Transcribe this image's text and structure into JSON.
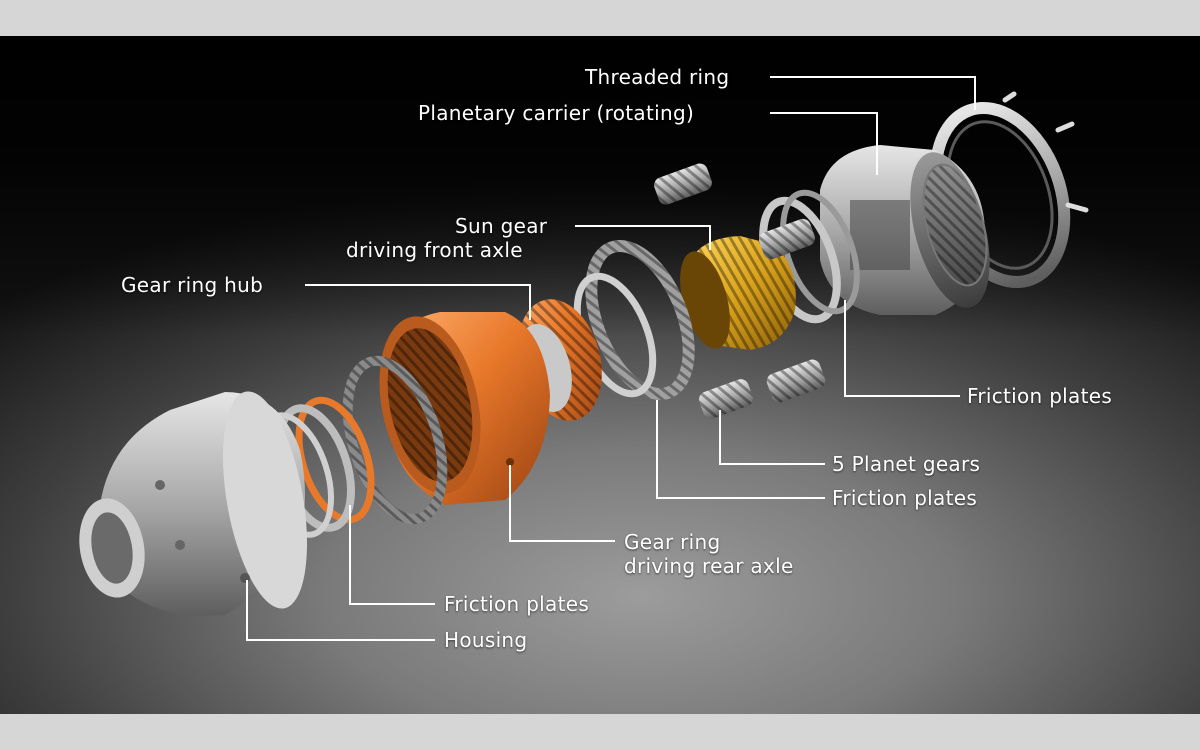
{
  "diagram": {
    "labels": {
      "threaded_ring": "Threaded ring",
      "planetary_carrier": "Planetary carrier (rotating)",
      "sun_gear_line1": "Sun gear",
      "sun_gear_line2": "driving front axle",
      "gear_ring_hub": "Gear ring hub",
      "friction_plates_right": "Friction plates",
      "planet_gears": "5 Planet gears",
      "friction_plates_middle": "Friction plates",
      "gear_ring_line1": "Gear ring",
      "gear_ring_line2": "driving rear axle",
      "friction_plates_left": "Friction plates",
      "housing": "Housing"
    },
    "colors": {
      "background_top": "#000000",
      "background_bottom": "#9c9c9c",
      "leader_line": "#ffffff",
      "gear_ring_orange": "#e8782a",
      "sun_gear_gold": "#d9a21c",
      "steel": "#b8b8b8"
    }
  }
}
